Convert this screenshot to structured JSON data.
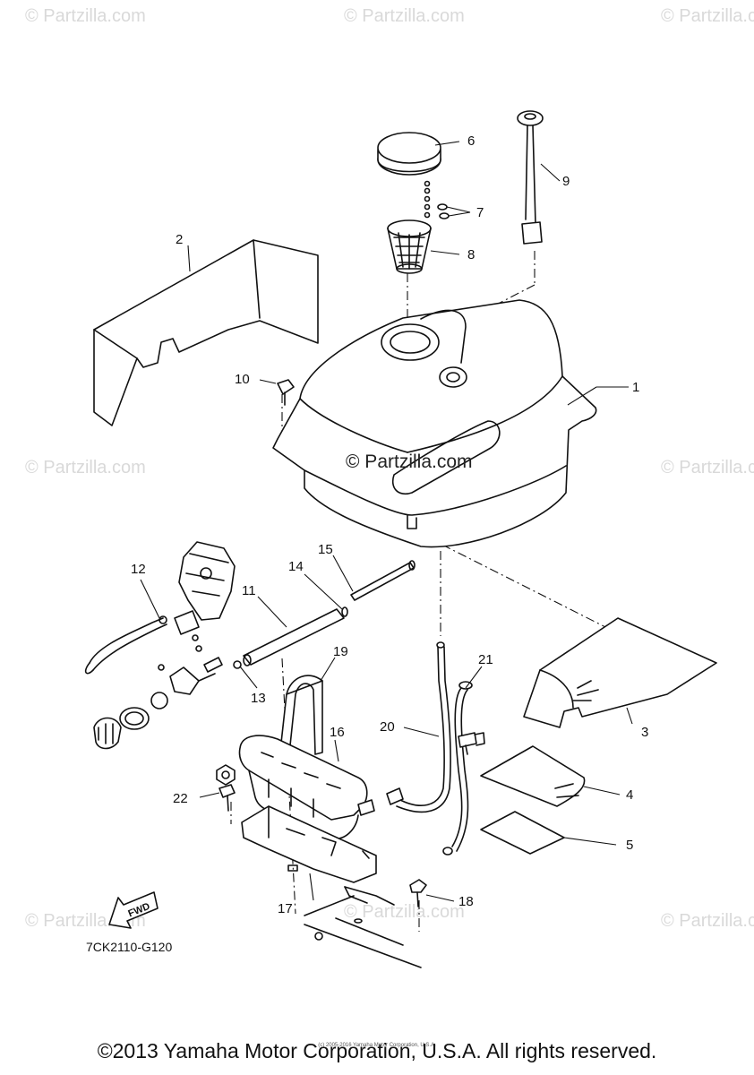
{
  "watermark": "© Partzilla.com",
  "center_watermark": "© Partzilla.com",
  "diagram_code": "7CK2110-G120",
  "direction_label": "FWD",
  "copyright": "©2013 Yamaha Motor Corporation, U.S.A. All rights reserved.",
  "tiny_notice": "(c) 2005-2016 Yamaha Motor Corporation, U.S.A.",
  "callouts": {
    "c1": "1",
    "c2": "2",
    "c3": "3",
    "c4": "4",
    "c5": "5",
    "c6": "6",
    "c7": "7",
    "c8": "8",
    "c9": "9",
    "c10": "10",
    "c11": "11",
    "c12": "12",
    "c13": "13",
    "c14": "14",
    "c15": "15",
    "c16": "16",
    "c17": "17",
    "c18": "18",
    "c19": "19",
    "c20": "20",
    "c21": "21",
    "c22": "22"
  }
}
